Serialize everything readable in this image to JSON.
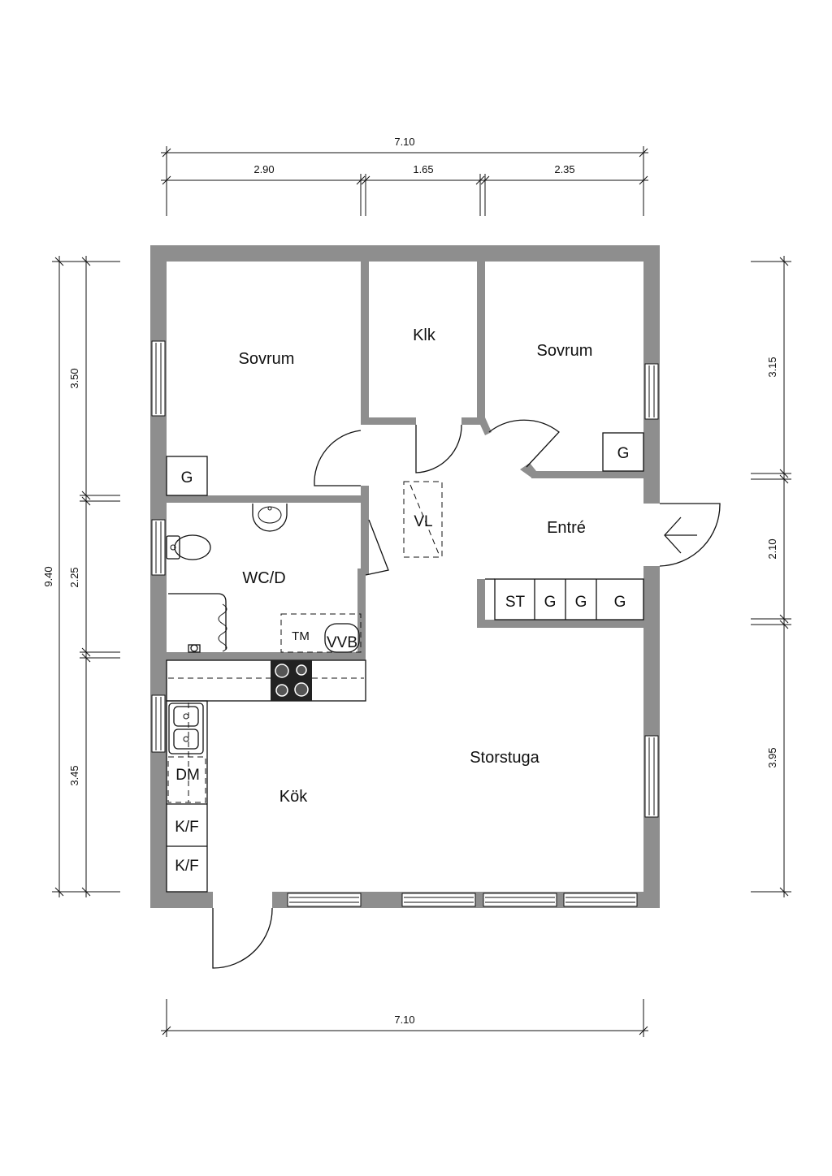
{
  "dimensions": {
    "top_total": "7.10",
    "top_segments": [
      "2.90",
      "1.65",
      "2.35"
    ],
    "bottom_total": "7.10",
    "left_total": "9.40",
    "left_segments": [
      "3.50",
      "2.25",
      "3.45"
    ],
    "right_segments": [
      "3.15",
      "2.10",
      "3.95"
    ]
  },
  "rooms": {
    "bedroom_left": "Sovrum",
    "closet": "Klk",
    "bedroom_right": "Sovrum",
    "entrance": "Entré",
    "bathroom": "WC/D",
    "living_room": "Storstuga",
    "kitchen": "Kök"
  },
  "fixtures": {
    "wardrobe_left": "G",
    "wardrobe_right": "G",
    "ventilation": "VL",
    "storage": [
      "ST",
      "G",
      "G",
      "G"
    ],
    "washing_machine": "TM",
    "water_heater": "VVB",
    "dishwasher": "DM",
    "fridge_freezer_1": "K/F",
    "fridge_freezer_2": "K/F"
  },
  "icons": [
    "entrance-arrow-icon",
    "toilet-icon",
    "washbasin-icon",
    "sink-icon",
    "stove-icon",
    "shower-icon"
  ]
}
